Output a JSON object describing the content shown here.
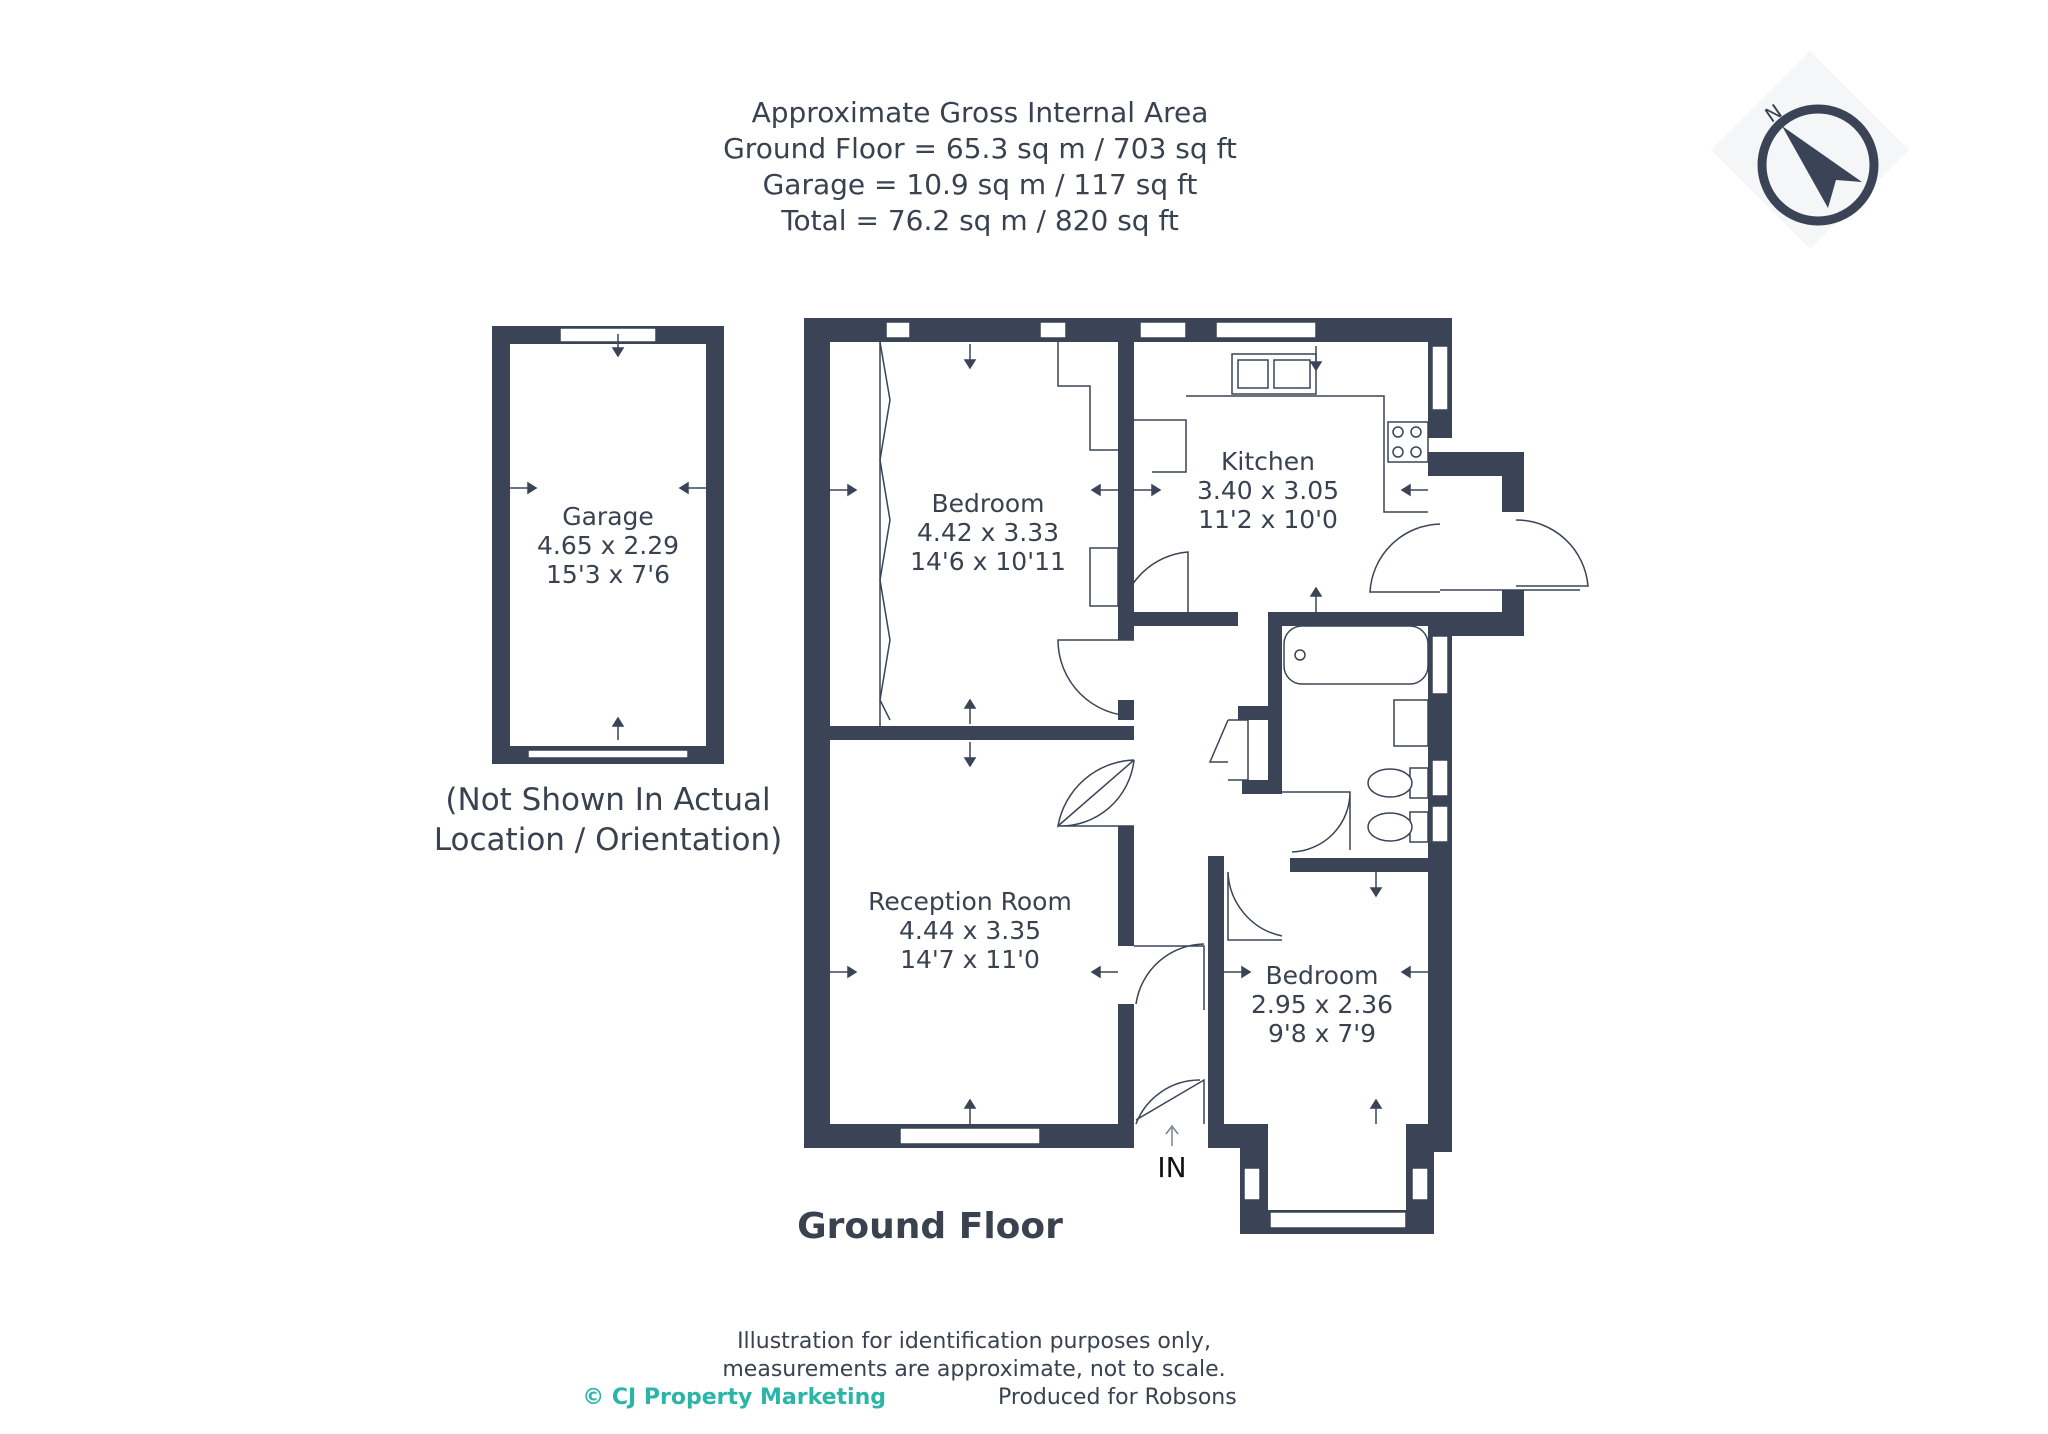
{
  "header": {
    "line1": "Approximate Gross Internal Area",
    "line2": "Ground Floor = 65.3 sq m / 703 sq ft",
    "line3": "Garage = 10.9 sq m / 117 sq ft",
    "line4": "Total = 76.2 sq m / 820 sq ft"
  },
  "compass": {
    "letter": "N",
    "icon": "north-arrow-icon"
  },
  "garage": {
    "name": "Garage",
    "metric": "4.65 x 2.29",
    "imperial": "15'3 x 7'6",
    "note_line1": "(Not Shown In Actual",
    "note_line2": "Location / Orientation)"
  },
  "rooms": {
    "bedroom1": {
      "name": "Bedroom",
      "metric": "4.42 x 3.33",
      "imperial": "14'6 x 10'11"
    },
    "kitchen": {
      "name": "Kitchen",
      "metric": "3.40 x 3.05",
      "imperial": "11'2 x 10'0"
    },
    "reception": {
      "name": "Reception Room",
      "metric": "4.44 x 3.35",
      "imperial": "14'7 x 11'0"
    },
    "bedroom2": {
      "name": "Bedroom",
      "metric": "2.95 x 2.36",
      "imperial": "9'8 x 7'9"
    }
  },
  "entrance_label": "IN",
  "floor_title": "Ground Floor",
  "footer": {
    "line1": "Illustration for identification purposes only,",
    "line2": "measurements are approximate, not to scale.",
    "brand": "© CJ Property Marketing",
    "produced": "Produced for Robsons"
  },
  "colors": {
    "wall": "#3a4456",
    "text": "#3a4250",
    "brand": "#2bb5a8"
  }
}
